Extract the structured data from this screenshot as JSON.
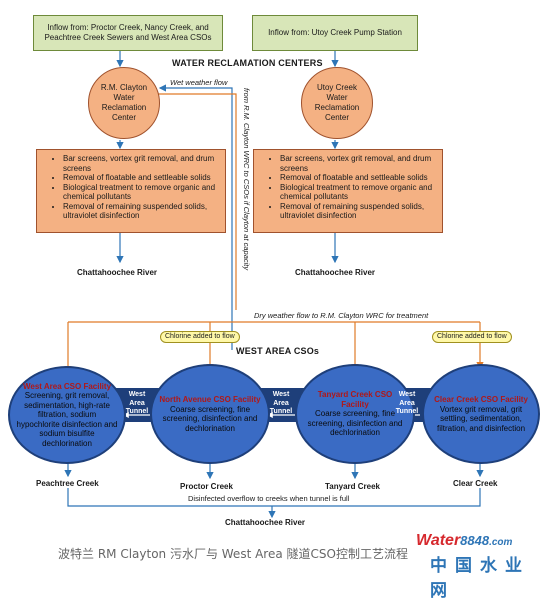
{
  "inflows": {
    "left": "Inflow from: Proctor Creek, Nancy Creek, and Peachtree Creek Sewers and West Area CSOs",
    "right": "Inflow from: Utoy Creek Pump Station"
  },
  "section_titles": {
    "wrc": "WATER RECLAMATION CENTERS",
    "cso": "WEST AREA CSOs"
  },
  "wrc": {
    "clayton": "R.M. Clayton Water Reclamation Center",
    "utoy": "Utoy Creek Water Reclamation Center",
    "process_items": [
      "Bar screens, vortex grit removal, and drum screens",
      "Removal of floatable and settleable solids",
      "Biological treatment to remove organic and chemical pollutants",
      "Removal of remaining suspended solids, ultraviolet disinfection"
    ],
    "river_left": "Chattahoochee River",
    "river_right": "Chattahoochee River"
  },
  "flow_labels": {
    "wet_weather": "Wet weather flow",
    "vertical": "from R.M. Clayton WRC to CSOs if Clayton at capacity",
    "dry_weather": "Dry weather flow to R.M. Clayton WRC for treatment",
    "overflow": "Disinfected overflow to creeks when tunnel is full",
    "bottom_river": "Chattahoochee River"
  },
  "chlorine": {
    "label_a": "Chlorine added to flow",
    "label_b": "Chlorine added to flow"
  },
  "csos": [
    {
      "name": "West Area CSO Facility",
      "desc": "Screening, grit removal, sedimentation, high-rate filtration, sodium hypochlorite disinfection and sodium bisulfite dechlorination",
      "creek": "Peachtree Creek"
    },
    {
      "name": "North Avenue CSO Facility",
      "desc": "Coarse screening, fine screening, disinfection and dechlorination",
      "creek": "Proctor Creek"
    },
    {
      "name": "Tanyard Creek CSO Facility",
      "desc": "Coarse screening, fine screening, disinfection and dechlorination",
      "creek": "Tanyard Creek"
    },
    {
      "name": "Clear Creek CSO Facility",
      "desc": "Vortex grit removal, grit settling, sedimentation, filtration, and disinfection",
      "creek": "Clear Creek"
    }
  ],
  "tunnels": [
    "West Area Tunnel",
    "West Area Tunnel",
    "West Area Tunnel"
  ],
  "caption": "波特兰 RM Clayton 污水厂与 West Area 隧道CSO控制工艺流程",
  "watermark": {
    "water": "Water",
    "num": "8848",
    "dotcom": ".com",
    "cn": "中国水业网"
  },
  "colors": {
    "inflow_fill": "#d8e6b8",
    "wrc_fill": "#f4b183",
    "cso_fill": "#3a6bc4",
    "cso_name": "#b01818",
    "flow_line_blue": "#2e75b6",
    "flow_line_orange": "#e07b28"
  }
}
